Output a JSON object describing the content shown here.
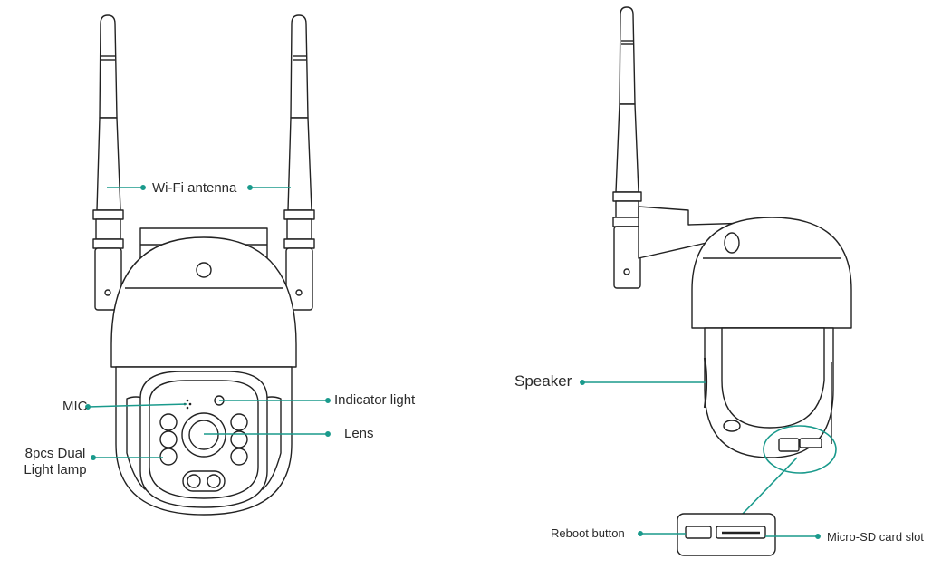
{
  "colors": {
    "accent": "#1a9a8c",
    "line": "#222222",
    "fill": "#ffffff"
  },
  "front_view": {
    "wifi_antenna": "Wi-Fi antenna",
    "mic": "MIC",
    "indicator_light": "Indicator light",
    "lens": "Lens",
    "light_lamp_line1": "8pcs Dual",
    "light_lamp_line2": "Light lamp"
  },
  "side_view": {
    "speaker": "Speaker",
    "reboot_button": "Reboot button",
    "micro_sd_slot": "Micro-SD card slot"
  }
}
